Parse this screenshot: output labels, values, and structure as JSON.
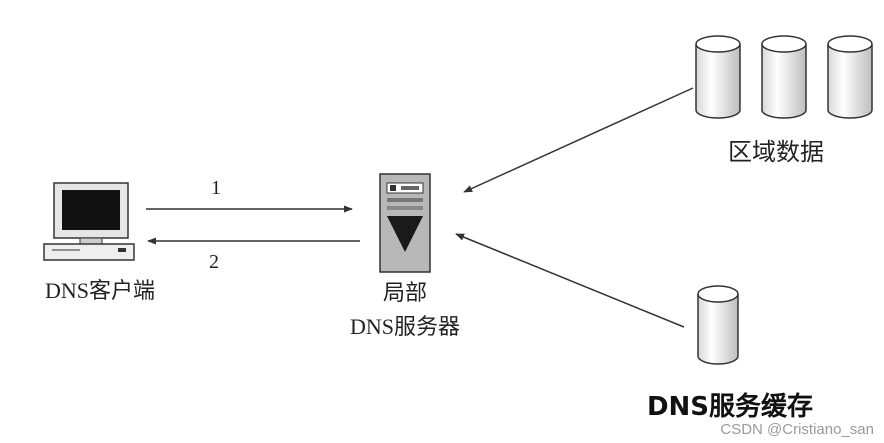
{
  "labels": {
    "client": "DNS客户端",
    "server_line1": "局部",
    "server_line2": "DNS服务器",
    "zone_data": "区域数据",
    "cache": "DNS服务缓存",
    "arrow_1": "1",
    "arrow_2": "2"
  },
  "watermark": "CSDN @Cristiano_san",
  "colors": {
    "line": "#333333",
    "text": "#222222",
    "watermark": "#9a9a9a",
    "server_body": "#b8b8b8",
    "server_dark": "#1a1a1a"
  },
  "icons": [
    "computer-icon",
    "server-icon",
    "database-cylinder-icon",
    "cache-cylinder-icon"
  ]
}
